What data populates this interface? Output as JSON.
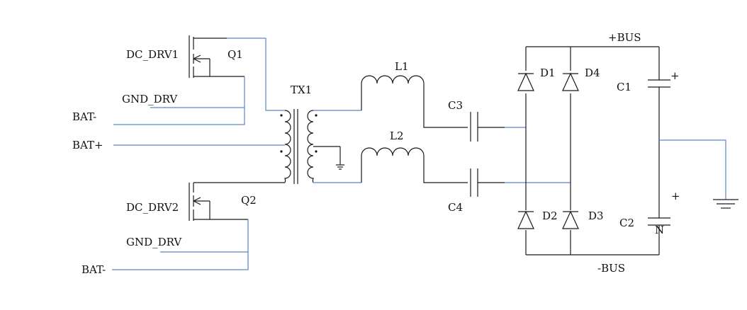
{
  "labels": {
    "dc_drv1": "DC_DRV1",
    "q1": "Q1",
    "gnd_drv_top": "GND_DRV",
    "bat_minus_top": "BAT-",
    "bat_plus": "BAT+",
    "dc_drv2": "DC_DRV2",
    "q2": "Q2",
    "gnd_drv_bottom": "GND_DRV",
    "bat_minus_bottom": "BAT-",
    "tx1": "TX1",
    "l1": "L1",
    "l2": "L2",
    "c3": "C3",
    "c4": "C4",
    "d1": "D1",
    "d2": "D2",
    "d3": "D3",
    "d4": "D4",
    "c1": "C1",
    "c2": "C2",
    "plus_bus": "+BUS",
    "minus_bus": "-BUS",
    "c1_polarity": "+",
    "c2_polarity": "+",
    "n_node": "N"
  }
}
